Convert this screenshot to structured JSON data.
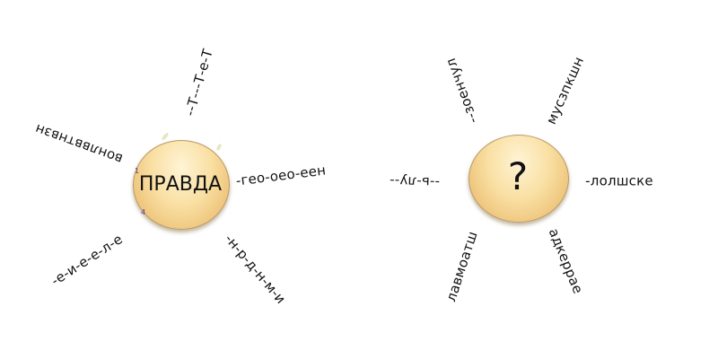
{
  "left_diagram": {
    "center_word": "ПРАВДА",
    "small_marks": [
      "1",
      "4"
    ],
    "rays": {
      "top": "--Т---Т-е-Т",
      "upper_left": "вонлввтнвзн",
      "right": "-гео-оео-еен",
      "lower_left": "-е-и-е-е-л-е",
      "lower_right": "-н-р-д-н-м-и"
    }
  },
  "right_diagram": {
    "center_symbol": "?",
    "rays": {
      "upper_left": "--зоенчул",
      "upper_right": "мусзпкшн",
      "left": "--ь-лу--",
      "right": "-лолшске",
      "lower_left": "лавмоатш",
      "lower_right": "адкеррае"
    }
  }
}
